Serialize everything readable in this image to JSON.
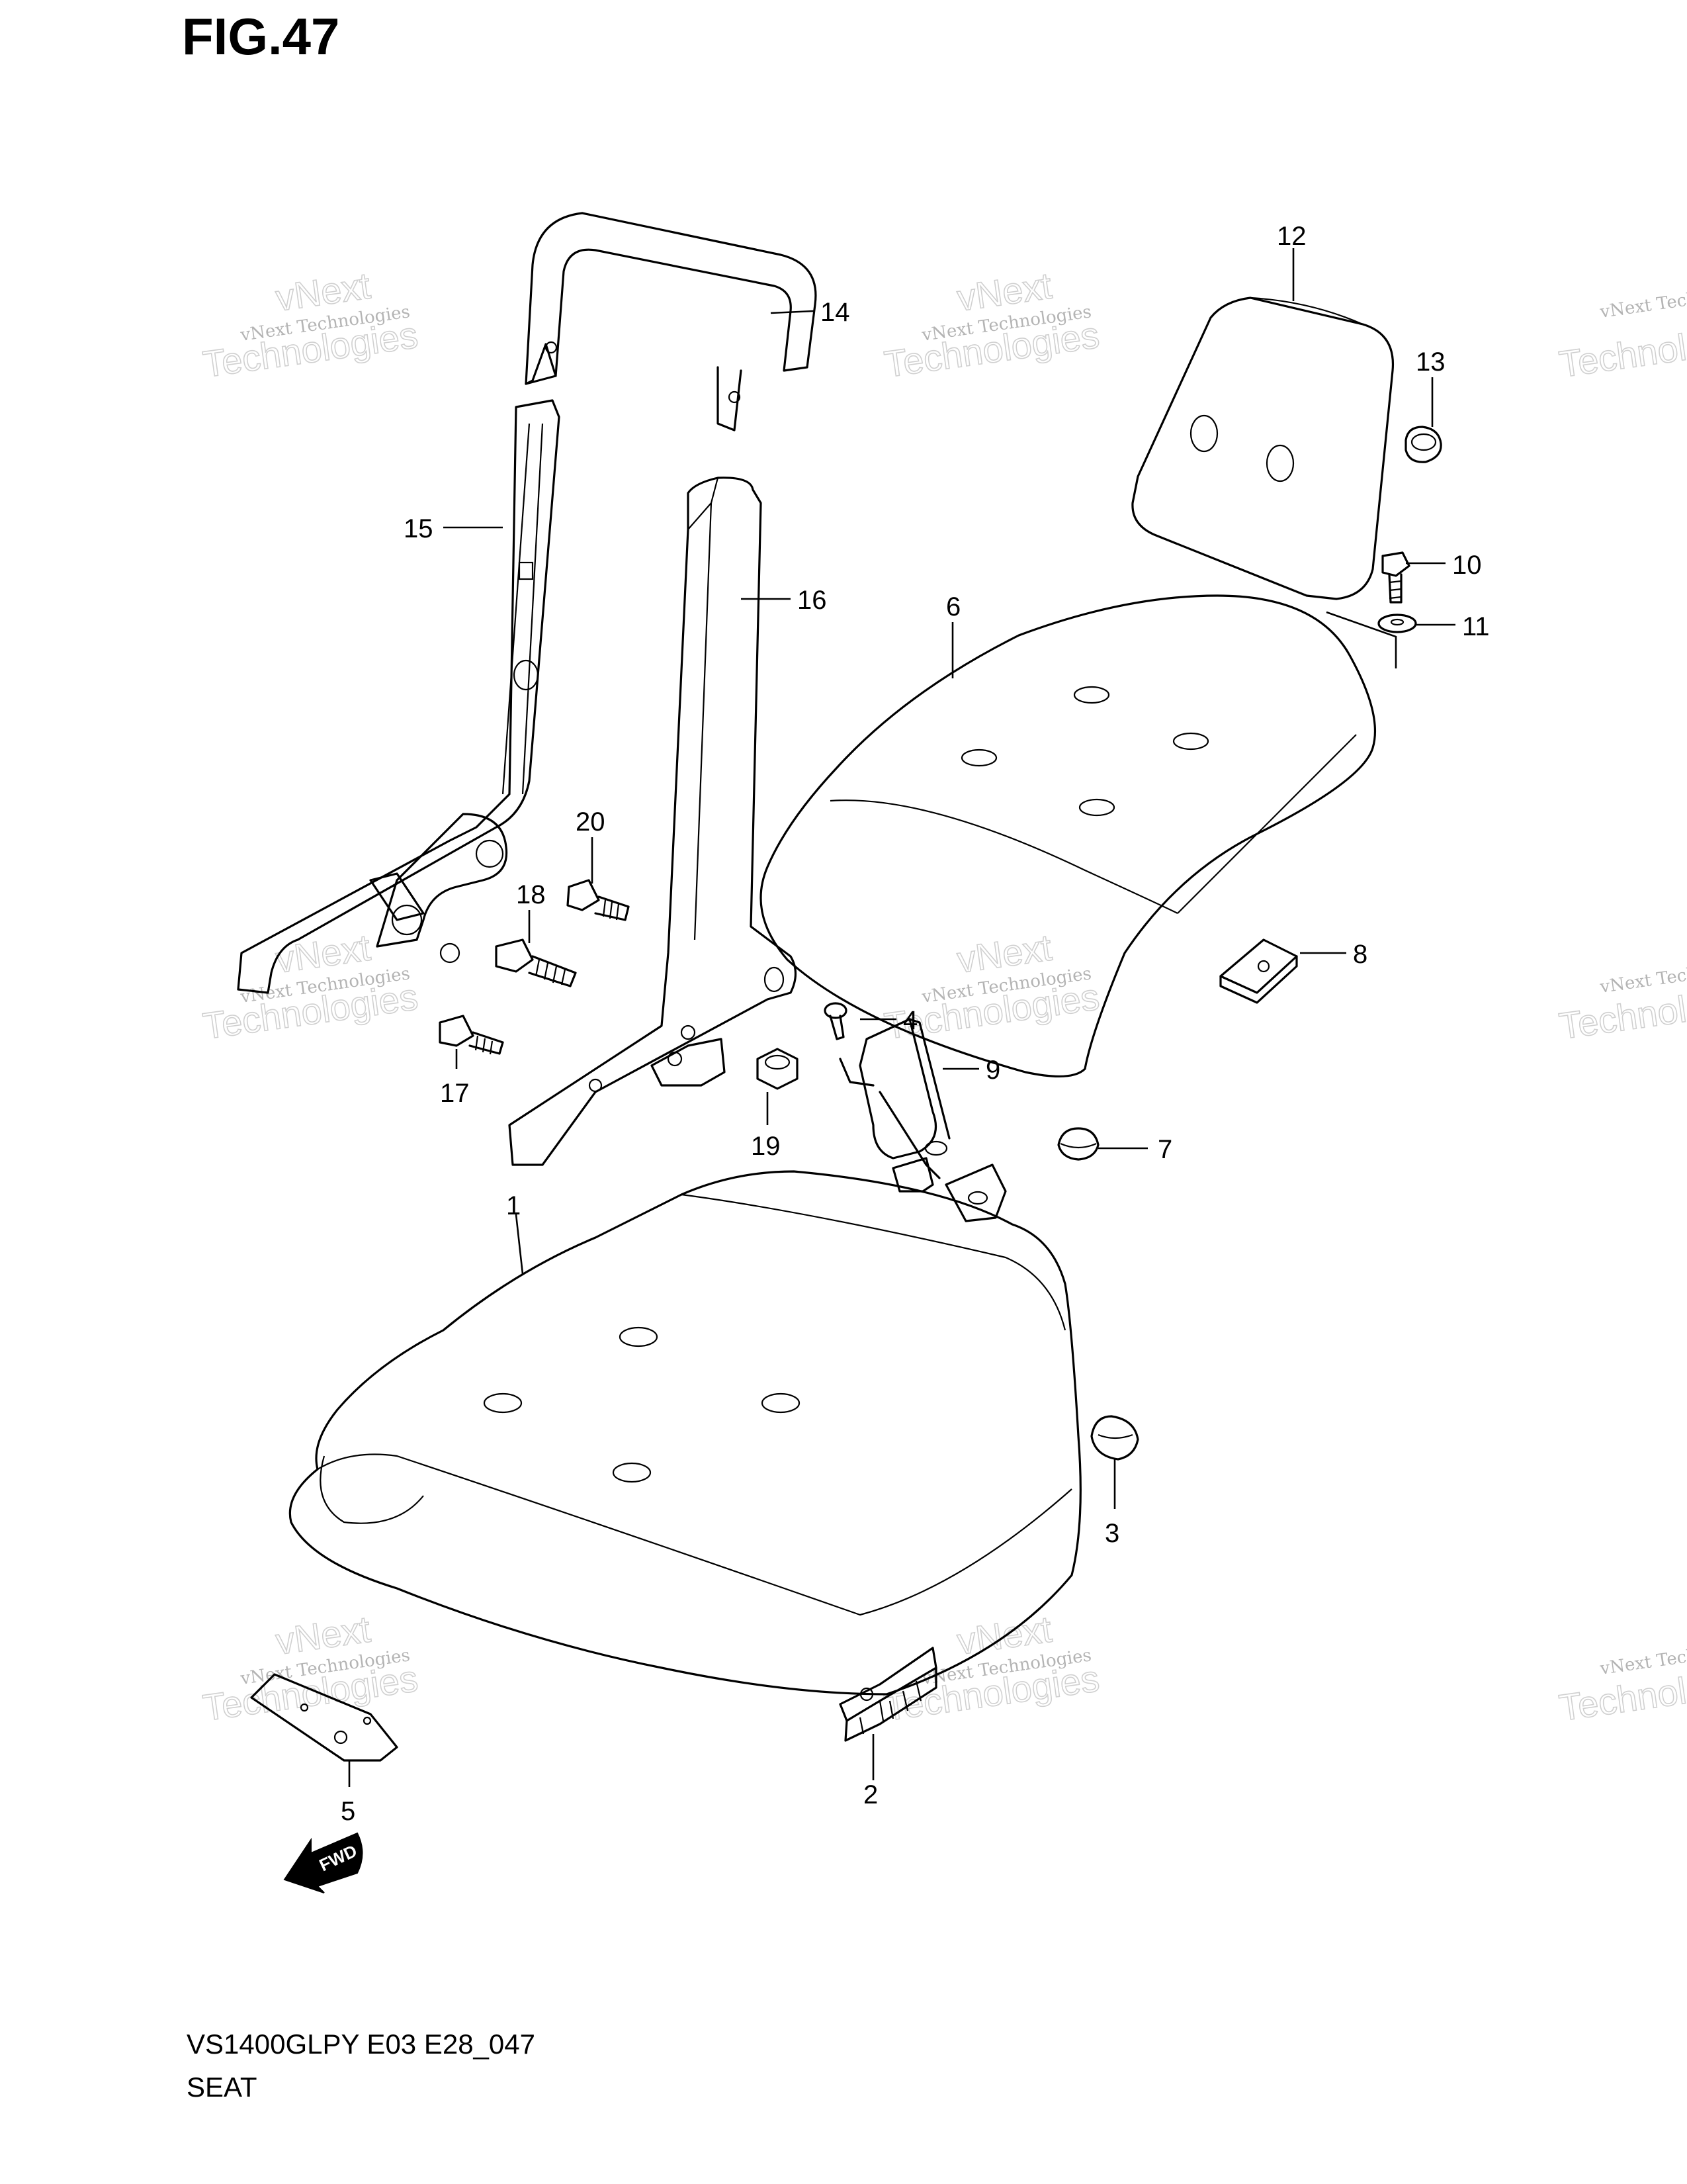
{
  "figure": {
    "title": "FIG.47",
    "model_code": "VS1400GLPY E03 E28_047",
    "section_name": "SEAT"
  },
  "watermark": {
    "line1": "vNext Technologies",
    "line2": "vNext",
    "line3": "Technologies"
  },
  "fwd_label": "FWD",
  "callouts": {
    "c1": "1",
    "c2": "2",
    "c3": "3",
    "c4": "4",
    "c5": "5",
    "c6": "6",
    "c7": "7",
    "c8": "8",
    "c9": "9",
    "c10": "10",
    "c11": "11",
    "c12": "12",
    "c13": "13",
    "c14": "14",
    "c15": "15",
    "c16": "16",
    "c17": "17",
    "c18": "18",
    "c19": "19",
    "c20": "20"
  }
}
